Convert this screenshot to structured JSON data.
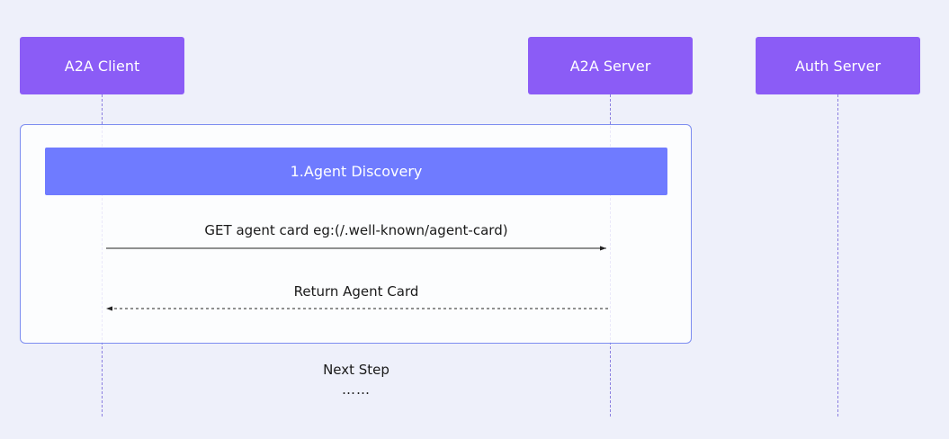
{
  "participants": {
    "client": "A2A Client",
    "server": "A2A Server",
    "auth": "Auth Server"
  },
  "section": {
    "title": "1.Agent Discovery"
  },
  "messages": [
    {
      "label": "GET agent card eg:(/.well-known/agent-card)",
      "from": "A2A Client",
      "to": "A2A Server",
      "style": "solid"
    },
    {
      "label": "Return Agent Card",
      "from": "A2A Server",
      "to": "A2A Client",
      "style": "dashed"
    }
  ],
  "footer": {
    "next_step": "Next Step",
    "ellipsis": "……"
  },
  "colors": {
    "background": "#eef0fa",
    "participant": "#8b5cf6",
    "section_bar": "#6f7bff",
    "section_border": "#7c8cf0",
    "lifeline": "#8b7fe0"
  }
}
